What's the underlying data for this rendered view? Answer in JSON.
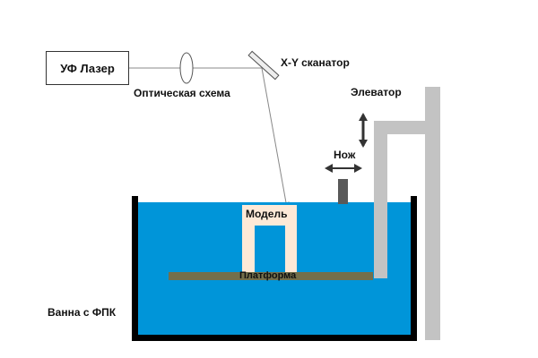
{
  "labels": {
    "laser": "УФ Лазер",
    "optics": "Оптическая схема",
    "scanner": "X-Y сканатор",
    "elevator": "Элеватор",
    "knife": "Нож",
    "model": "Модель",
    "platform": "Платформа",
    "vat": "Ванна с ФПК"
  },
  "colors": {
    "resin": "#0095d9",
    "model": "#fde9d7",
    "platform": "#736f4b",
    "elevator": "#c3c3c3",
    "knife": "#595959",
    "vat_wall": "#000000",
    "beam": "#888888"
  }
}
